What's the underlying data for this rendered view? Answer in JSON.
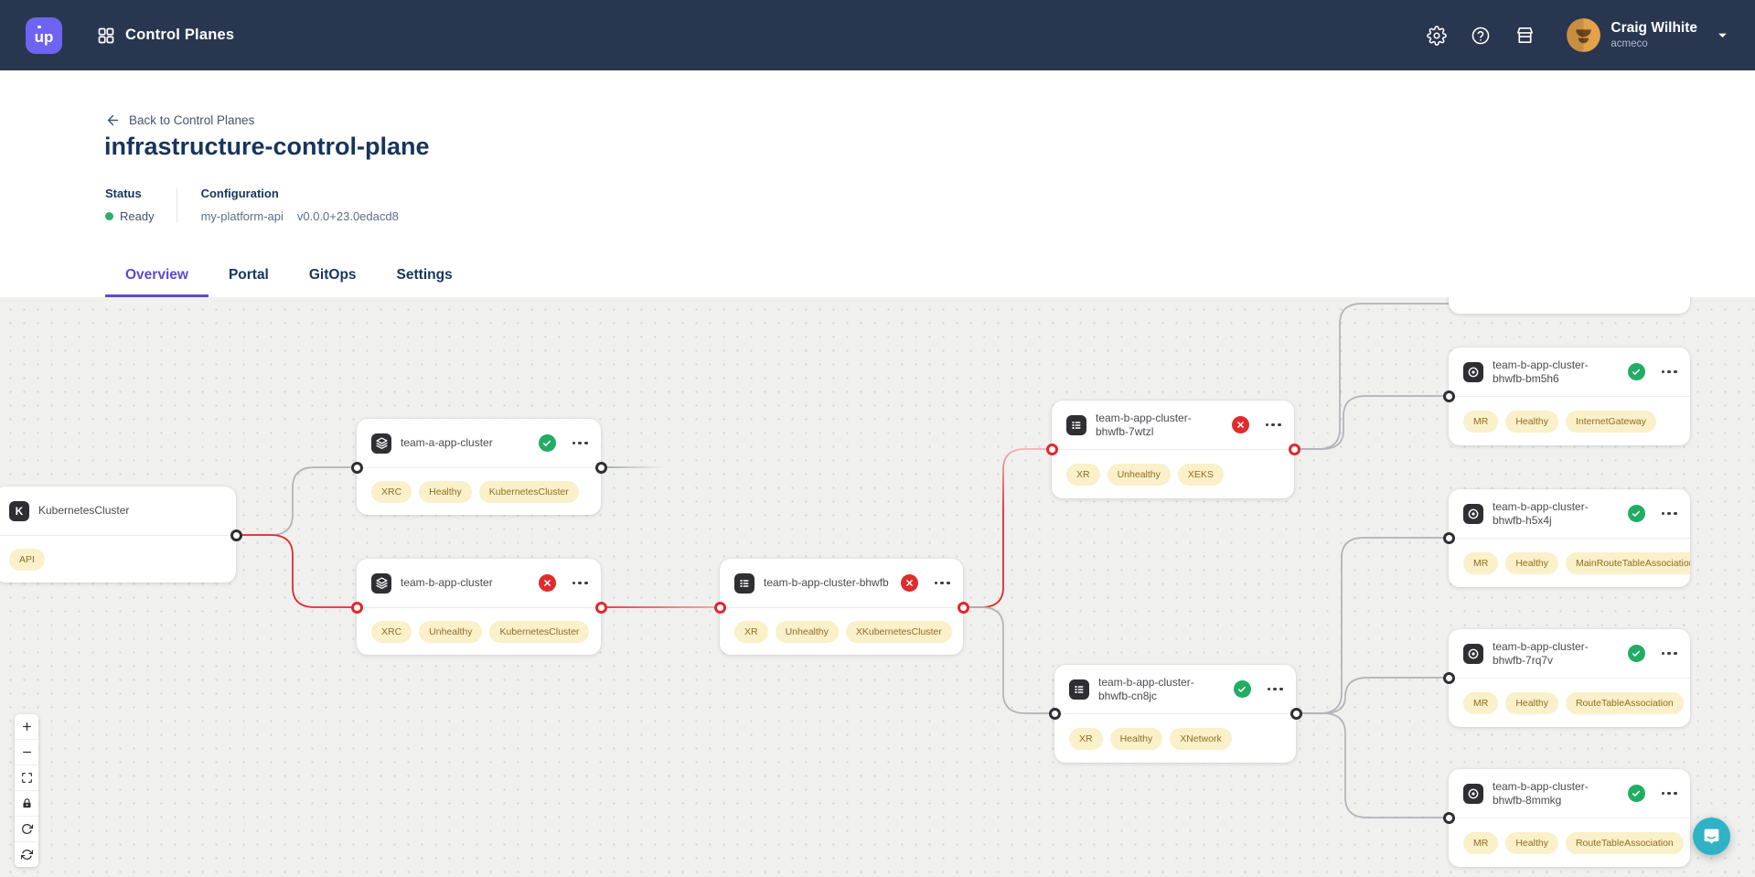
{
  "navbar": {
    "logo_text": "up",
    "app_title": "Control Planes",
    "user": {
      "name": "Craig Wilhite",
      "org": "acmeco"
    }
  },
  "header": {
    "back_label": "Back to Control Planes",
    "title": "infrastructure-control-plane",
    "status": {
      "label": "Status",
      "value": "Ready"
    },
    "configuration": {
      "label": "Configuration",
      "name": "my-platform-api",
      "version": "v0.0.0+23.0edacd8"
    }
  },
  "tabs": [
    {
      "label": "Overview",
      "active": true
    },
    {
      "label": "Portal",
      "active": false
    },
    {
      "label": "GitOps",
      "active": false
    },
    {
      "label": "Settings",
      "active": false
    }
  ],
  "graph": {
    "nodes": [
      {
        "title": "KubernetesCluster",
        "icon": "kubernetes-icon",
        "status": "none",
        "tags": [
          "API"
        ]
      },
      {
        "title": "team-a-app-cluster",
        "icon": "claim-layers-icon",
        "status": "healthy",
        "tags": [
          "XRC",
          "Healthy",
          "KubernetesCluster"
        ]
      },
      {
        "title": "team-b-app-cluster",
        "icon": "claim-layers-icon",
        "status": "unhealthy",
        "tags": [
          "XRC",
          "Unhealthy",
          "KubernetesCluster"
        ]
      },
      {
        "title": "team-b-app-cluster-bhwfb",
        "icon": "composite-resource-icon",
        "status": "unhealthy",
        "tags": [
          "XR",
          "Unhealthy",
          "XKubernetesCluster"
        ]
      },
      {
        "title": "team-b-app-cluster-bhwfb-7wtzl",
        "icon": "composite-resource-icon",
        "status": "unhealthy",
        "tags": [
          "XR",
          "Unhealthy",
          "XEKS"
        ]
      },
      {
        "title": "team-b-app-cluster-bhwfb-cn8jc",
        "icon": "composite-resource-icon",
        "status": "healthy",
        "tags": [
          "XR",
          "Healthy",
          "XNetwork"
        ]
      },
      {
        "title": "team-b-app-cluster-bhwfb-bm5h6",
        "icon": "managed-resource-icon",
        "status": "healthy",
        "tags": [
          "MR",
          "Healthy",
          "InternetGateway"
        ]
      },
      {
        "title": "team-b-app-cluster-bhwfb-h5x4j",
        "icon": "managed-resource-icon",
        "status": "healthy",
        "tags": [
          "MR",
          "Healthy",
          "MainRouteTableAssociation"
        ]
      },
      {
        "title": "team-b-app-cluster-bhwfb-7rq7v",
        "icon": "managed-resource-icon",
        "status": "healthy",
        "tags": [
          "MR",
          "Healthy",
          "RouteTableAssociation"
        ]
      },
      {
        "title": "team-b-app-cluster-bhwfb-8mmkg",
        "icon": "managed-resource-icon",
        "status": "healthy",
        "tags": [
          "MR",
          "Healthy",
          "RouteTableAssociation"
        ]
      }
    ]
  },
  "colors": {
    "navbar_bg": "#293650",
    "accent_purple": "#6f63f2",
    "active_tab": "#5b4bd1",
    "healthy_green": "#21ad64",
    "unhealthy_red": "#e02b2b",
    "tag_bg": "#faf0c9",
    "tag_text": "#8f6e22",
    "edge_gray": "#b2b2b8",
    "chat_teal": "#2db3c4"
  }
}
